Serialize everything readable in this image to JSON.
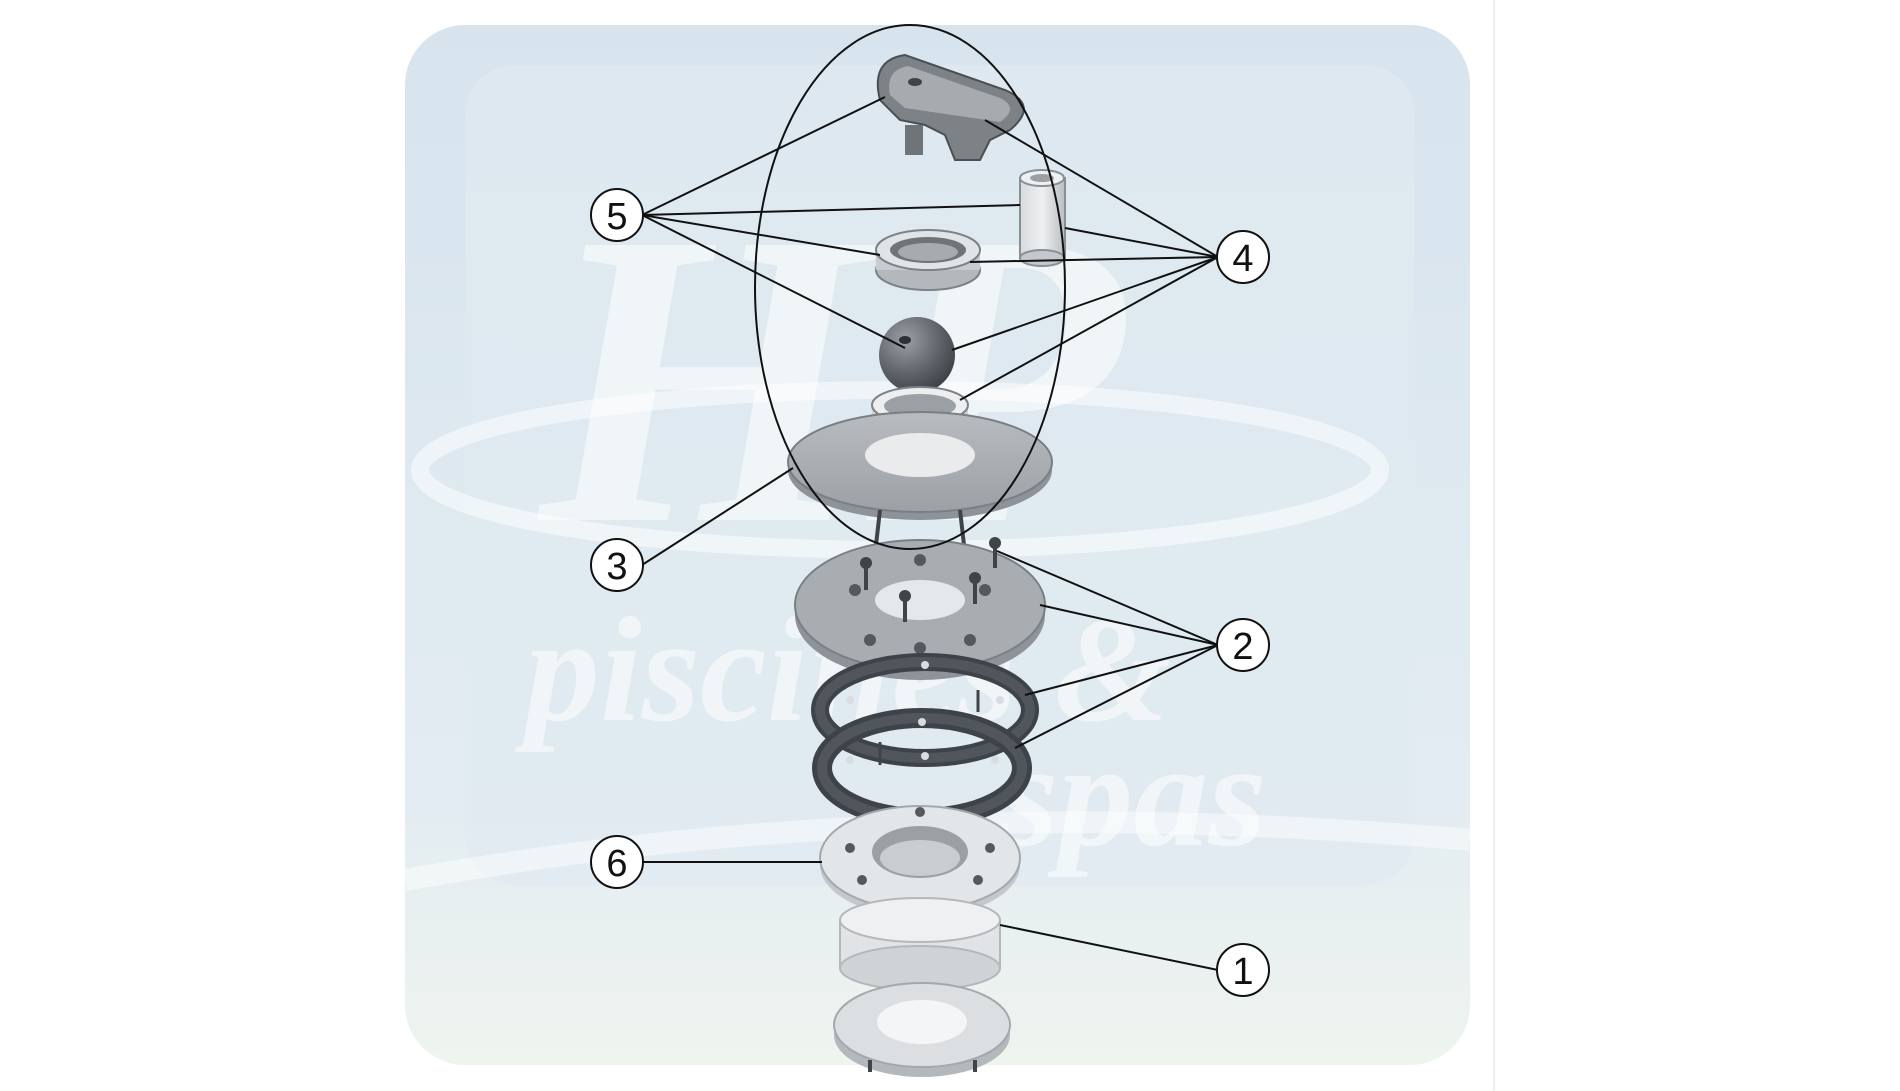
{
  "watermark": {
    "logo_letters": "HP",
    "brand_line1": "piscines &",
    "brand_line2": "spas"
  },
  "colors": {
    "watermark_bg": "#dde8f0",
    "part_fill": "#c9cdd1",
    "part_dark": "#8e9399",
    "gasket": "#3d4348",
    "line": "#111111"
  },
  "callouts": [
    {
      "id": "1",
      "label": "1"
    },
    {
      "id": "2",
      "label": "2"
    },
    {
      "id": "3",
      "label": "3"
    },
    {
      "id": "4",
      "label": "4"
    },
    {
      "id": "5",
      "label": "5"
    },
    {
      "id": "6",
      "label": "6"
    }
  ]
}
